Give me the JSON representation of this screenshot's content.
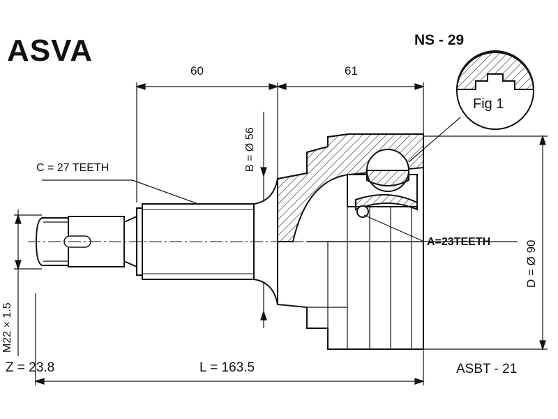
{
  "header": {
    "brand": "ASVA",
    "part_number": "NS - 29"
  },
  "dimensions": {
    "length_inner": "60",
    "length_outer": "61",
    "spline_outer": "C = 27 TEETH",
    "shaft_diameter": "B = Ø 56",
    "spline_inner": "A=23TEETH",
    "outer_diameter": "D = Ø 90",
    "thread": "M22 × 1.5",
    "z_value": "Z = 23.8",
    "total_length": "L = 163.5"
  },
  "detail": {
    "label": "Fig 1"
  },
  "footer": {
    "reference": "ASBT - 21"
  }
}
